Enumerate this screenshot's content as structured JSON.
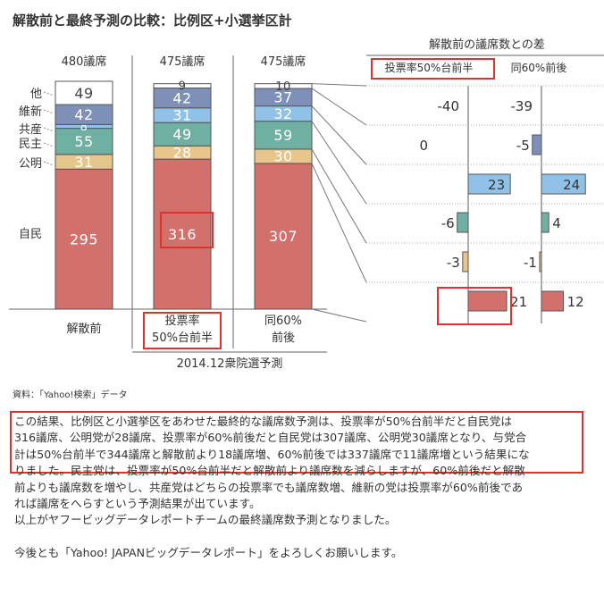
{
  "title": "解散前と最終予測の比較：比例区+小選挙区計",
  "chart_data": [
    {
      "type": "bar",
      "stacked": true,
      "categories": [
        "解散前",
        "投票率\n50%台前半",
        "同60%\n前後"
      ],
      "totals": [
        "480議席",
        "475議席",
        "475議席"
      ],
      "group_label": "2014.12衆院選予測",
      "series": [
        {
          "name": "自民",
          "color": "#d2706c",
          "values": [
            295,
            316,
            307
          ]
        },
        {
          "name": "公明",
          "color": "#e8c58a",
          "values": [
            31,
            28,
            30
          ]
        },
        {
          "name": "民主",
          "color": "#6fb0a3",
          "values": [
            55,
            49,
            59
          ]
        },
        {
          "name": "共産",
          "color": "#8fc2e6",
          "values": [
            8,
            31,
            32
          ]
        },
        {
          "name": "維新",
          "color": "#7f90b8",
          "values": [
            42,
            42,
            37
          ]
        },
        {
          "name": "他",
          "color": "#ffffff",
          "values": [
            49,
            9,
            10
          ]
        }
      ],
      "highlight": {
        "category_index": 1,
        "series": "自民"
      }
    },
    {
      "type": "bar",
      "orientation": "horizontal",
      "title": "解散前の議席数との差",
      "columns": [
        "投票率50%台前半",
        "同60%前後"
      ],
      "rows": [
        "他",
        "維新",
        "共産",
        "民主",
        "公明",
        "自民"
      ],
      "values": [
        [
          -40,
          0,
          23,
          -6,
          -3,
          21
        ],
        [
          -39,
          -5,
          24,
          4,
          -1,
          12
        ]
      ],
      "highlight": {
        "column_index": 0,
        "row": "自民"
      }
    }
  ],
  "source": "資料：「Yahoo!検索」データ",
  "paragraphs": [
    "この結果、比例区と小選挙区をあわせた最終的な議席数予測は、投票率が50%台前半だと自民党は",
    "316議席、公明党が28議席、投票率が60%前後だと自民党は307議席、公明党30議席となり、与党合",
    "計は50%台前半で344議席と解散前より18議席増、60%前後では337議席で11議席増という結果にな",
    "りました。民主党は、投票率が50%台前半だと解散前より議席数を減らしますが、60%前後だと解散",
    "前よりも議席数を増やし、共産党はどちらの投票率でも議席数増、維新の党は投票率が60%前後であ",
    "れば議席をへらすという予測結果が出ています。",
    "以上がヤフービッグデータレポートチームの最終議席数予測となりました。",
    "今後とも「Yahoo! JAPANビッグデータレポート」をよろしくお願いします。"
  ]
}
